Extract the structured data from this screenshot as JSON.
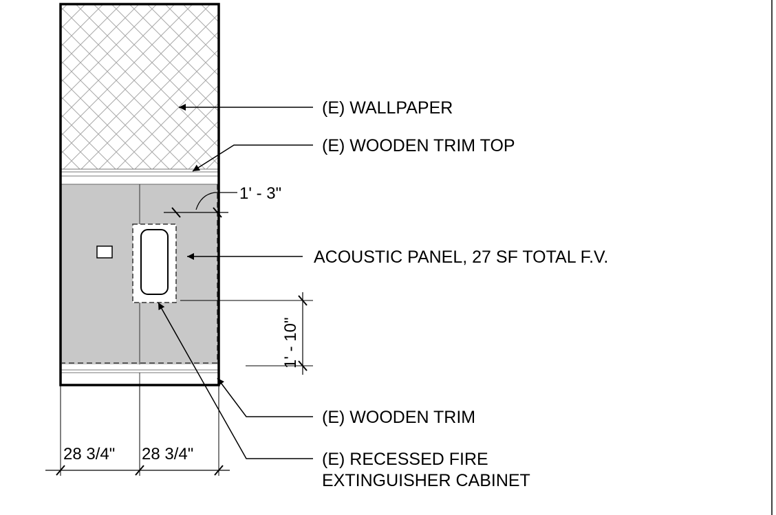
{
  "labels": {
    "wallpaper": "(E) WALLPAPER",
    "trim_top": "(E) WOODEN TRIM TOP",
    "acoustic_panel": "ACOUSTIC PANEL, 27 SF TOTAL F.V.",
    "wooden_trim": "(E) WOODEN TRIM",
    "fire_cabinet_line1": "(E) RECESSED FIRE",
    "fire_cabinet_line2": "EXTINGUISHER CABINET"
  },
  "dimensions": {
    "cabinet_offset": "1' - 3\"",
    "cabinet_height": "1' - 10\"",
    "panel_width_left": "28 3/4\"",
    "panel_width_right": "28 3/4\""
  },
  "colors": {
    "line": "#000000",
    "panel_fill": "#c8c8c8",
    "hatch": "#a0a0a0",
    "background": "#ffffff"
  }
}
